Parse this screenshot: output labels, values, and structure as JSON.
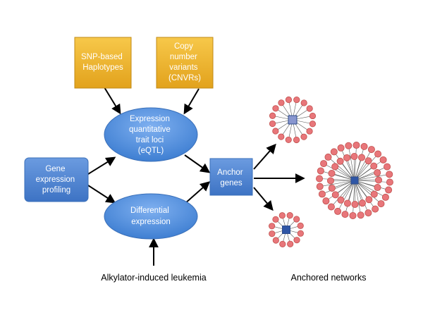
{
  "nodes": {
    "snp": {
      "lines": [
        "SNP-based",
        "Haplotypes"
      ]
    },
    "cnv": {
      "lines": [
        "Copy",
        "number",
        "variants",
        "(CNVRs)"
      ]
    },
    "eqtl": {
      "lines": [
        "Expression",
        "quantitative",
        "trait loci",
        "(eQTL)"
      ]
    },
    "gene": {
      "lines": [
        "Gene",
        "expression",
        "profiling"
      ]
    },
    "diff": {
      "lines": [
        "Differential",
        "expression"
      ]
    },
    "anchor": {
      "lines": [
        "Anchor",
        "genes"
      ]
    }
  },
  "captions": {
    "leukemia": "Alkylator-induced leukemia",
    "networks": "Anchored networks"
  },
  "networks": [
    {
      "name": "small-top",
      "leaves": 16
    },
    {
      "name": "large-right",
      "leaves": 48
    },
    {
      "name": "small-bottom",
      "leaves": 12
    }
  ],
  "colors": {
    "box_orange": "#f2b62f",
    "box_blue": "#4f81bd",
    "ellipse_blue": "#4f8fd8",
    "leaf_pink": "#e8767a",
    "hub_blue_dark": "#2f56a6",
    "hub_blue_light": "#8896cf"
  }
}
